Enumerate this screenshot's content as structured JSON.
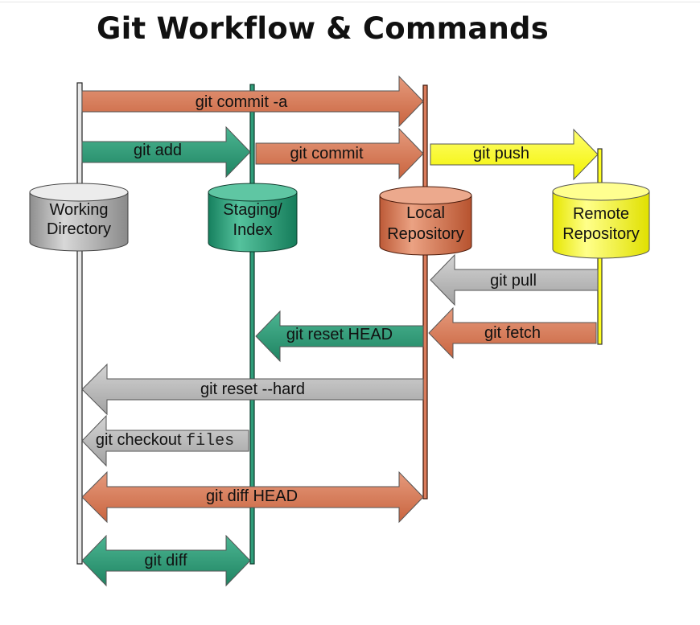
{
  "title": "Git Workflow & Commands",
  "colors": {
    "orange": "#d97b5b",
    "green": "#2f9c79",
    "yellow": "#ffff20",
    "gray": "#b4b4b4"
  },
  "nodes": {
    "working": {
      "line1": "Working",
      "line2": "Directory"
    },
    "staging": {
      "line1": "Staging/",
      "line2": "Index"
    },
    "local": {
      "line1": "Local",
      "line2": "Repository"
    },
    "remote": {
      "line1": "Remote",
      "line2": "Repository"
    }
  },
  "commands": {
    "commit_a": "git commit -a",
    "add": "git add",
    "commit": "git commit",
    "push": "git push",
    "pull": "git pull",
    "reset_head": "git reset HEAD",
    "fetch": "git fetch",
    "reset_hard": "git reset --hard",
    "checkout": "git checkout ",
    "checkout_files": "files",
    "diff_head": "git diff HEAD",
    "diff": "git diff"
  }
}
